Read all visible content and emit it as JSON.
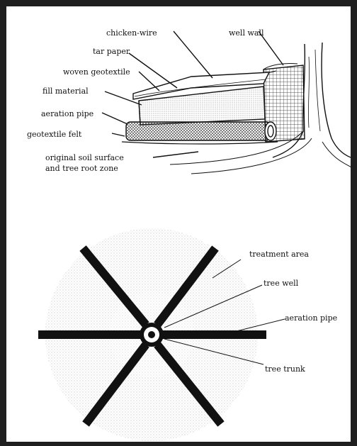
{
  "cross_section": {
    "labels": {
      "chicken_wire": "chicken-wire",
      "well_wall": "well wall",
      "tar_paper": "tar paper",
      "woven_geotextile": "woven geotextile",
      "fill_material": "fill material",
      "aeration_pipe": "aeration pipe",
      "geotextile_felt": "geotextile felt",
      "soil_line1": "original soil surface",
      "soil_line2": "and tree root zone"
    }
  },
  "plan_view": {
    "labels": {
      "treatment_area": "treatment area",
      "tree_well": "tree well",
      "aeration_pipe": "aeration pipe",
      "tree_trunk": "tree trunk"
    }
  },
  "colors": {
    "ink": "#111111",
    "frame": "#1f1f1f",
    "stipple": "#8c8c8c"
  }
}
